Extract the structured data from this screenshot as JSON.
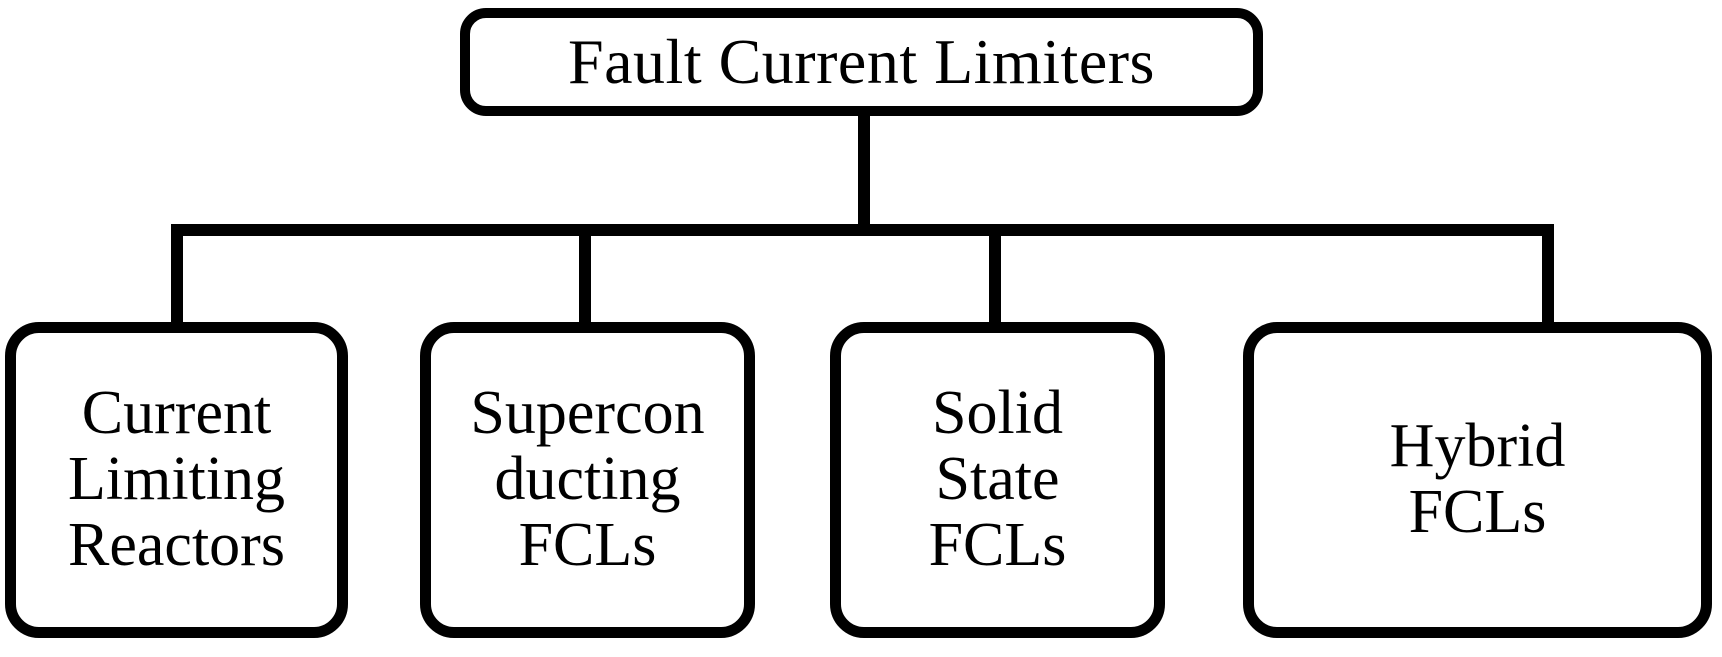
{
  "diagram": {
    "type": "hierarchy-tree",
    "orientation": "top-down",
    "levels": 2,
    "background_color": "#ffffff",
    "stroke_color": "#000000",
    "text_color": "#000000",
    "root": {
      "id": "fault-current-limiters",
      "label": "Fault Current Limiters"
    },
    "children": [
      {
        "id": "current-limiting-reactors",
        "label": "Current\nLimiting\nReactors",
        "lines": [
          "Current",
          "Limiting",
          "Reactors"
        ]
      },
      {
        "id": "superconducting-fcls",
        "label": "Supercon\nducting\nFCLs",
        "lines": [
          "Supercon",
          "ducting",
          "FCLs"
        ]
      },
      {
        "id": "solid-state-fcls",
        "label": "Solid\nState\nFCLs",
        "lines": [
          "Solid",
          "State",
          "FCLs"
        ]
      },
      {
        "id": "hybrid-fcls",
        "label": "Hybrid\nFCLs",
        "lines": [
          "Hybrid",
          "FCLs"
        ]
      }
    ]
  }
}
